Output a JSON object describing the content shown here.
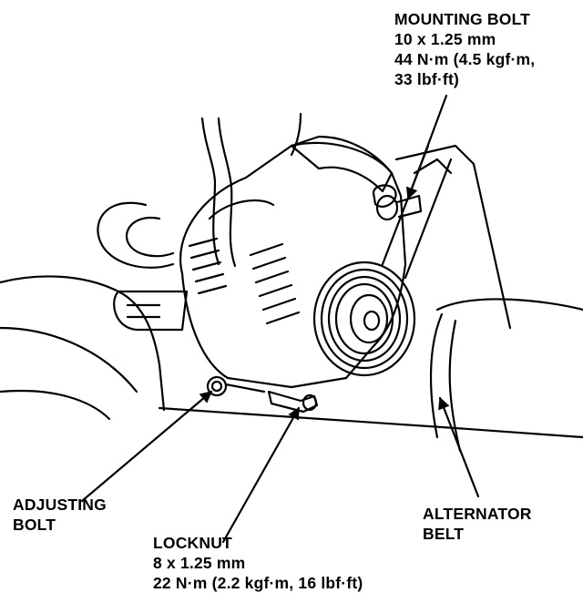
{
  "labels": {
    "mounting_bolt": {
      "title": "MOUNTING BOLT",
      "size": "10 x 1.25 mm",
      "torque_1": "44 N·m (4.5 kgf·m,",
      "torque_2": "33 lbf·ft)"
    },
    "adjusting_bolt": {
      "line_1": "ADJUSTING",
      "line_2": "BOLT"
    },
    "locknut": {
      "title": "LOCKNUT",
      "size": "8 x 1.25 mm",
      "torque": "22 N·m (2.2 kgf·m, 16 lbf·ft)"
    },
    "alternator_belt": {
      "line_1": "ALTERNATOR",
      "line_2": "BELT"
    }
  }
}
